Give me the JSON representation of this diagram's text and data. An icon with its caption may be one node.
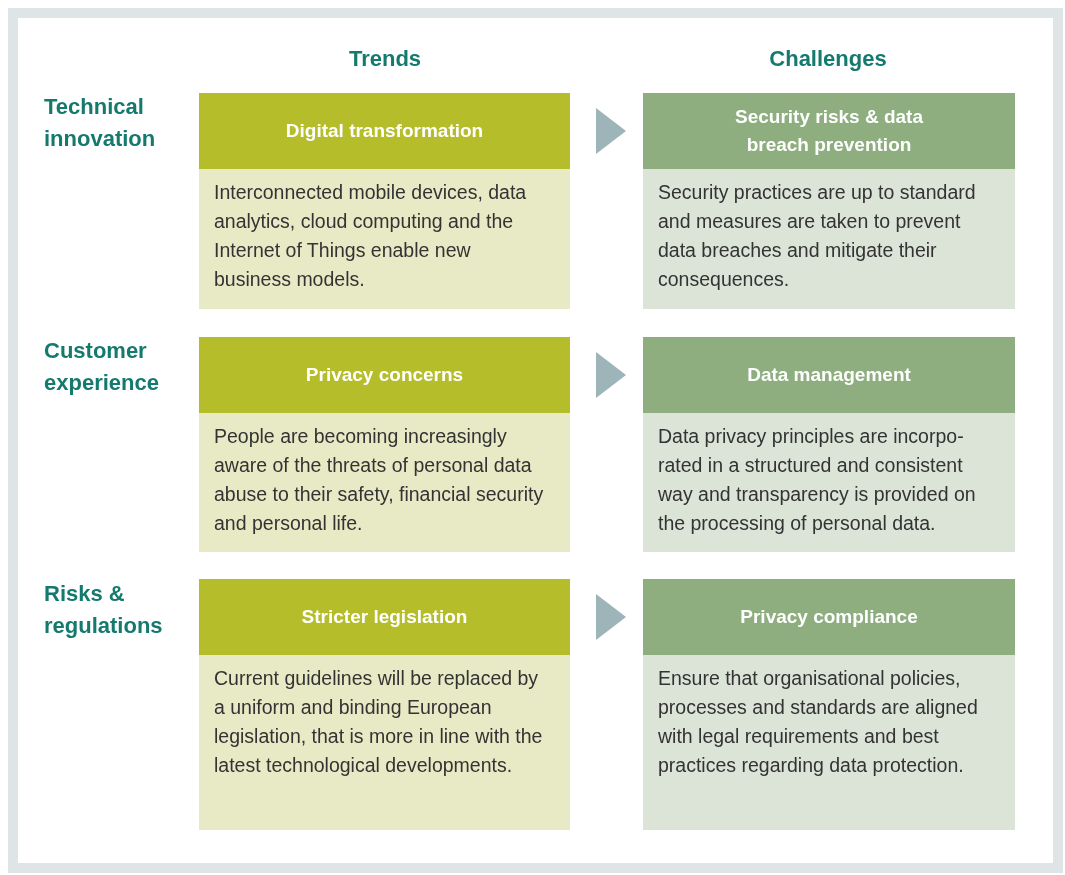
{
  "diagram": {
    "nodes": [
      {
        "text": [
          "Digital transformation",
          "Interconnected mobile devices, data analytics, cloud computing and the Internet of Things enable new business models."
        ]
      },
      {
        "text": [
          "Security risks & data breach prevention",
          "Security practices are up to standard and measures are taken to prevent data breaches and mitigate their consequences."
        ]
      },
      {
        "text": [
          "Privacy concerns",
          "People are becoming increasingly aware of the threats of personal data abuse to their safety, financial security and personal life."
        ]
      },
      {
        "text": [
          "Data management",
          "Data privacy principles are incorpo-rated in a structured and consistent way and transparency is provided on the processing of personal data."
        ]
      },
      {
        "text": [
          "Stricter legislation",
          "Current guidelines will be replaced by a uniform and binding European legislation, that is more in line with the latest technological developments."
        ]
      },
      {
        "text": [
          "Privacy compliance",
          "Ensure that organisational policies, processes and standards are aligned with legal requirements and best practices regarding data protection."
        ]
      }
    ],
    "edges": [
      {
        "from": 0,
        "to": 1,
        "arrow": "to"
      },
      {
        "from": 2,
        "to": 3,
        "arrow": "to"
      },
      {
        "from": 4,
        "to": 5,
        "arrow": "to"
      }
    ],
    "labels": [
      "Trends",
      "Challenges",
      "Technical innovation",
      "Customer experience",
      "Risks & regulations"
    ]
  }
}
